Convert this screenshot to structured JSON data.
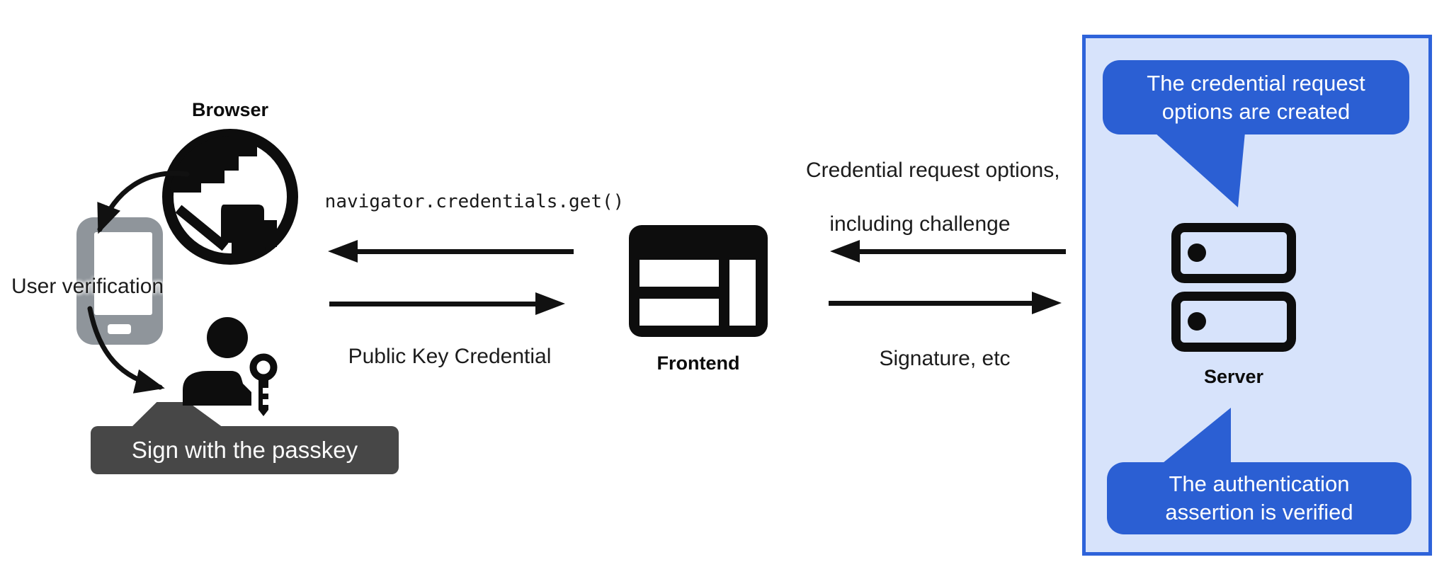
{
  "labels": {
    "browser": "Browser",
    "user_verification": "User verification",
    "sign_with_passkey": "Sign with the passkey",
    "frontend": "Frontend",
    "server": "Server"
  },
  "flows": {
    "get_call": "navigator.credentials.get()",
    "public_key_credential": "Public Key Credential",
    "credential_request_line1": "Credential request options,",
    "credential_request_line2": "including challenge",
    "signature": "Signature, etc"
  },
  "server_notes": {
    "top_line1": "The credential request",
    "top_line2": "options are created",
    "bottom_line1": "The authentication",
    "bottom_line2": "assertion is verified"
  },
  "colors": {
    "accent_blue": "#2b5fd3",
    "panel_background": "#d7e3fb",
    "panel_border": "#2e63da",
    "tooltip_background": "#474747",
    "phone_gray": "#8f959b",
    "ink": "#111111"
  }
}
